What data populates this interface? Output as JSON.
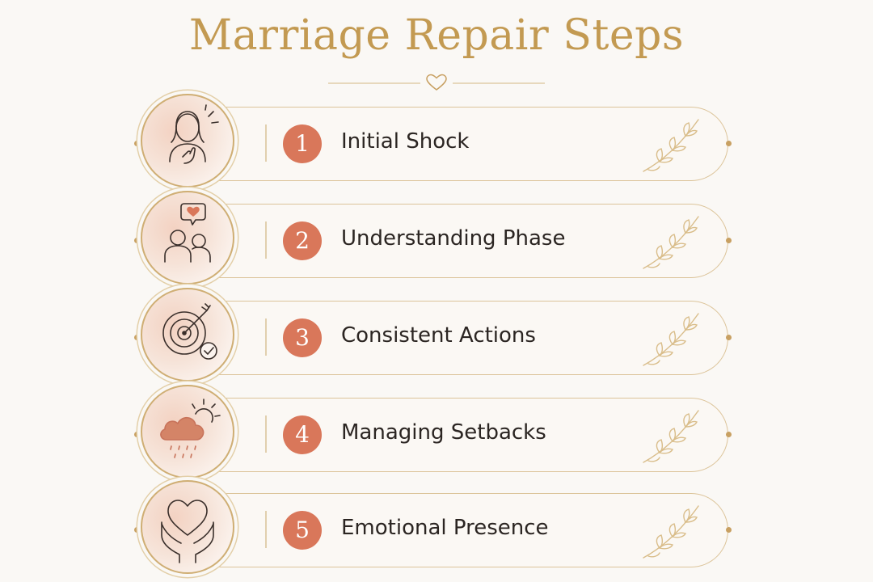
{
  "title": "Marriage Repair Steps",
  "colors": {
    "gold": "#c39a52",
    "accent": "#d9775a",
    "text": "#2b2522"
  },
  "steps": [
    {
      "number": "1",
      "label": "Initial Shock",
      "icon": "person-hand-on-chest-icon"
    },
    {
      "number": "2",
      "label": "Understanding Phase",
      "icon": "two-people-heart-bubble-icon"
    },
    {
      "number": "3",
      "label": "Consistent Actions",
      "icon": "target-arrow-check-icon"
    },
    {
      "number": "4",
      "label": "Managing Setbacks",
      "icon": "cloud-rain-sun-icon"
    },
    {
      "number": "5",
      "label": "Emotional Presence",
      "icon": "hands-holding-heart-icon"
    }
  ]
}
